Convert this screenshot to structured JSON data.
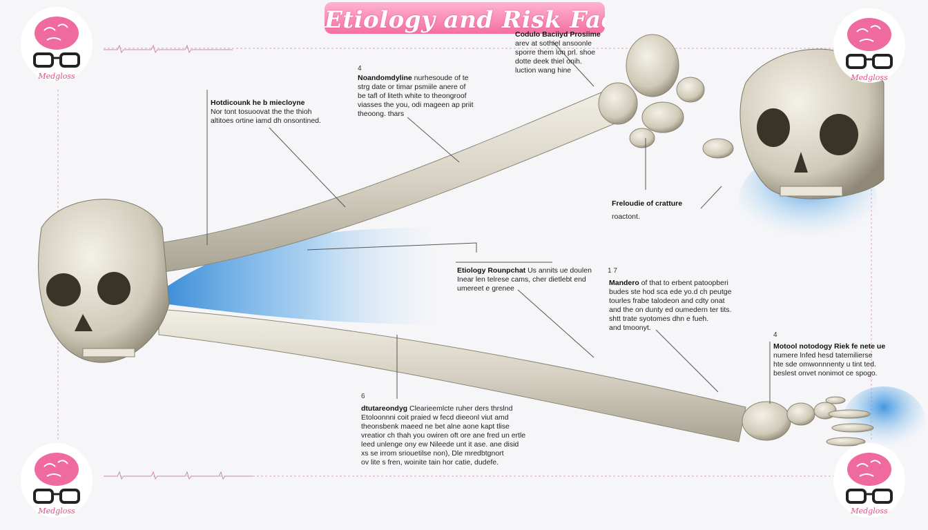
{
  "title": "Etiology and Risk Factors",
  "brand": "Medgloss",
  "colors": {
    "accent_pink": "#f46fa1",
    "bone": "#d9d4c4",
    "nerve_blue": "#4a9be0"
  },
  "annotations": [
    {
      "id": "top-center",
      "number": "",
      "heading": "Codulo Baciiyd Prosiime",
      "lines": [
        "arev at sothiel ansoonle",
        "sporre them lon prl. shoe",
        "dotte deek thiel onih.",
        "luction wang hine"
      ]
    },
    {
      "id": "upper-mid",
      "number": "4",
      "heading": "Noandomdyline",
      "heading_rest": " nurhesoude of te",
      "lines": [
        "strg date or timar psmiile anere of",
        "be tafl of liteth white to theongroof",
        "viasses the you, odi mageen ap priit",
        "theoong. thars"
      ]
    },
    {
      "id": "upper-left",
      "number": "",
      "heading": "Hotdicounk he b miecloyne",
      "lines": [
        "Nor tont tosuoovat the the thioh",
        "altitoes ortine iamd dh onsontined."
      ]
    },
    {
      "id": "right-upper",
      "number": "",
      "heading": "Freloudie of cratture",
      "lines": [
        "roactont."
      ]
    },
    {
      "id": "center",
      "number": "",
      "heading": "Etiology Rounpchat",
      "heading_rest": " Us annits ue doulen",
      "lines": [
        "Inear len telrese cams, cher dietlebt end",
        "umereet e grenee"
      ]
    },
    {
      "id": "right-mid",
      "number": "1 7",
      "heading": "Mandero",
      "heading_rest": " of that to erbent patoopberi",
      "lines": [
        "budes ste hod sca ede yo.d ch peutge",
        "tourles frabe talodeon and cdty onat",
        "and the on dunty ed oumedern ter tits.",
        "shtt trate syotomes dhn e fueh.",
        "and tmoonyt."
      ]
    },
    {
      "id": "far-right",
      "number": "4",
      "heading": "Motool notodogy Riek fe nete ue",
      "lines": [
        "numere lnfed hesd tatemilierse",
        "hte sde omwonnnenty u tint ted.",
        "beslest onvet nonimot ce spogo."
      ]
    },
    {
      "id": "bottom-left",
      "number": "6",
      "heading": "dtutareondyg",
      "heading_rest": " Clearieemlcte ruher ders thrslnd",
      "lines": [
        "Etoloonnni coit praied w fecd dieeonl viut amd",
        "theonsbenk maeed ne bet alne aone kapt tlise",
        "vreatior ch thah you owiren oft ore ane fred un ertle",
        "leed unlenge ony ew Nileede unt it ase. ane disid",
        "xs se irrom sriouetilse non), Dle mredbtgnort",
        "ov lite s fren, woinite tain hor catie, dudefe."
      ]
    }
  ]
}
